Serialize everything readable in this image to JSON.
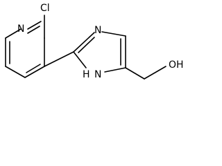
{
  "molecule": {
    "atoms": {
      "chlorine": "Cl",
      "pyridine_nitrogen": "N",
      "imidazole_nitrogen": "N",
      "imidazole_nh_hydrogen": "H",
      "imidazole_nh_nitrogen": "N",
      "hydroxyl": "OH"
    }
  },
  "colors": {
    "bond": "#000000",
    "text": "#000000",
    "background": "#ffffff"
  }
}
